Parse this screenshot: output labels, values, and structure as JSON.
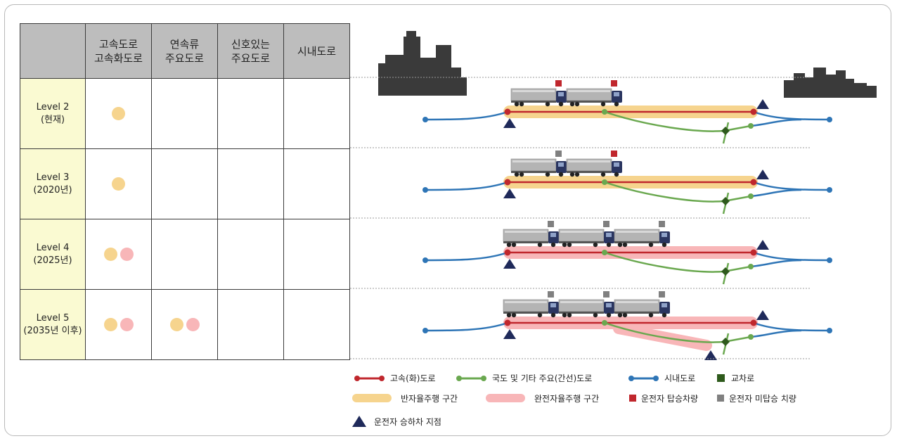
{
  "table": {
    "headers": [
      "",
      "고속도로\n고속화도로",
      "연속류\n주요도로",
      "신호있는\n주요도로",
      "시내도로"
    ],
    "rows": [
      {
        "level": "Level 2\n(현재)",
        "cells": [
          [
            "semi"
          ],
          [],
          [],
          []
        ]
      },
      {
        "level": "Level 3\n(2020년)",
        "cells": [
          [
            "semi"
          ],
          [],
          [],
          []
        ]
      },
      {
        "level": "Level 4\n(2025년)",
        "cells": [
          [
            "semi",
            "full"
          ],
          [],
          [],
          []
        ]
      },
      {
        "level": "Level 5\n(2035년 이후)",
        "cells": [
          [
            "semi",
            "full"
          ],
          [
            "semi",
            "full"
          ],
          [],
          []
        ]
      }
    ]
  },
  "diagram": {
    "panels": [
      {
        "highlight": "semi",
        "trucks": 2,
        "marker_colors": [
          "red",
          "red"
        ]
      },
      {
        "highlight": "semi",
        "trucks": 2,
        "marker_colors": [
          "gray",
          "red"
        ]
      },
      {
        "highlight": "full",
        "trucks": 3,
        "marker_colors": [
          "gray",
          "gray",
          "gray"
        ]
      },
      {
        "highlight": "full",
        "trucks": 3,
        "marker_colors": [
          "gray",
          "gray",
          "gray"
        ],
        "branch_highlight": true
      }
    ]
  },
  "legend": {
    "highway": "고속(화)도로",
    "national": "국도 및 기타  주요(간선)도로",
    "city": "시내도로",
    "intersection": "교차로",
    "semi_auto": "반자율주행 구간",
    "full_auto": "완전자율주행 구간",
    "driver_on": "운전자 탑승차량",
    "driver_off": "운전자 미탑승 치량",
    "driver_point": "운전자 승하차 지점"
  },
  "colors": {
    "highway": "#c0272d",
    "national": "#6aa84f",
    "city": "#2e75b6",
    "intersection": "#2e5a1c",
    "semi_auto": "#f6d48e",
    "full_auto": "#f8b6b8",
    "driver_on": "#c0272d",
    "driver_off": "#808080",
    "driver_point": "#1f2a5a"
  }
}
